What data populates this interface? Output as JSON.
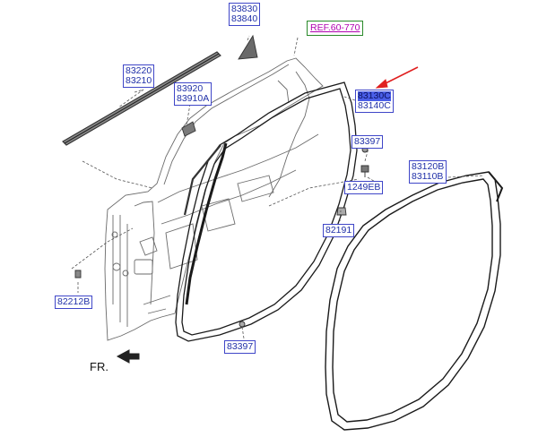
{
  "labels": {
    "p83830": "83830",
    "p83840": "83840",
    "ref": "REF.60-770",
    "p83220": "83220",
    "p83210": "83210",
    "p83920": "83920",
    "p83910a": "83910A",
    "p83130c": "83130C",
    "p83140c": "83140C",
    "p83397_top": "83397",
    "p1249eb": "1249EB",
    "p83120b": "83120B",
    "p83110b": "83110B",
    "p82191": "82191",
    "p82212b": "82212B",
    "p83397_bottom": "83397"
  },
  "front_indicator": "FR.",
  "colors": {
    "label_border": "#3f46c8",
    "label_text": "#2030a8",
    "label_highlight": "#4a5ee8",
    "ref_text": "#b000b0",
    "ref_border": "#2a8a2a",
    "pointer_arrow": "#e02020",
    "line_art": "#555555"
  }
}
